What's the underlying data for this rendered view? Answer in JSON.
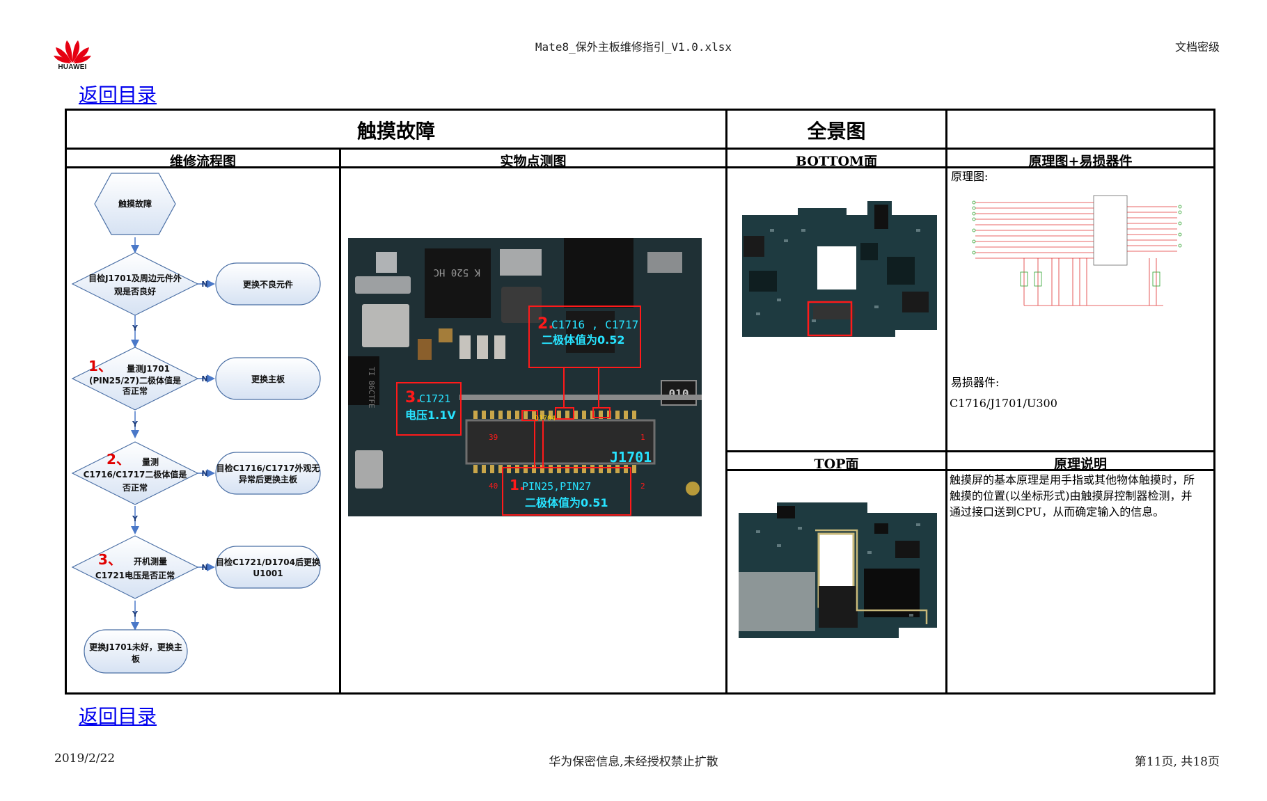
{
  "header": {
    "logo_text": "HUAWEI",
    "doc_title": "Mate8_保外主板维修指引_V1.0.xlsx",
    "classification": "文档密级"
  },
  "back_link": "返回目录",
  "table": {
    "title_fault": "触摸故障",
    "title_overview": "全景图",
    "col_flow": "维修流程图",
    "col_measure": "实物点测图",
    "col_bottom": "BOTTOM面",
    "col_schematic": "原理图+易损器件",
    "col_top": "TOP面",
    "col_principle": "原理说明"
  },
  "flowchart": {
    "start": "触摸故障",
    "step0_l1": "目检J1701及周边元件外",
    "step0_l2": "观是否良好",
    "step0_fix": "更换不良元件",
    "step1_num": "1、",
    "step1_l1": "量测J1701",
    "step1_l2": "(PIN25/27)二极体值是",
    "step1_l3": "否正常",
    "step1_fix": "更换主板",
    "step2_num": "2、",
    "step2_l1": "量测",
    "step2_l2": "C1716/C1717二极体值是",
    "step2_l3": "否正常",
    "step2_fix_l1": "目检C1716/C1717外观无",
    "step2_fix_l2": "异常后更换主板",
    "step3_num": "3、",
    "step3_l1": "开机测量",
    "step3_l2": "C1721电压是否正常",
    "step3_fix_l1": "目检C1721/D1704后更换",
    "step3_fix_l2": "U1001",
    "end_l1": "更换J1701未好，更换主",
    "end_l2": "板",
    "yes": "Y",
    "no": "N"
  },
  "measure_photo": {
    "label1_num": "1.",
    "label1_l1": "PIN25,PIN27",
    "label1_l2": "二极体值为0.51",
    "label2_num": "2.",
    "label2_l1": "C1716 , C1717",
    "label2_l2": "二极体值为0.52",
    "label3_num": "3.",
    "label3_l1": "C1721",
    "label3_l2": "电压1.1V",
    "connector": "J1701",
    "d1704": "D1704",
    "pin40": "40",
    "pin39": "39",
    "pin1": "1",
    "pin2": "2",
    "chip_text": "010",
    "chip2": "K 520 HC",
    "chip3": "TI 86CTFE"
  },
  "schematic": {
    "label": "原理图:",
    "wear_label": "易损器件:",
    "wear_parts": "C1716/J1701/U300"
  },
  "principle": {
    "l1": "触摸屏的基本原理是用手指或其他物体触摸时，所",
    "l2": "触摸的位置(以坐标形式)由触摸屏控制器检测，并",
    "l3": "通过接口送到CPU，从而确定输入的信息。"
  },
  "footer": {
    "date": "2019/2/22",
    "notice": "华为保密信息,未经授权禁止扩散",
    "page": "第11页, 共18页"
  }
}
